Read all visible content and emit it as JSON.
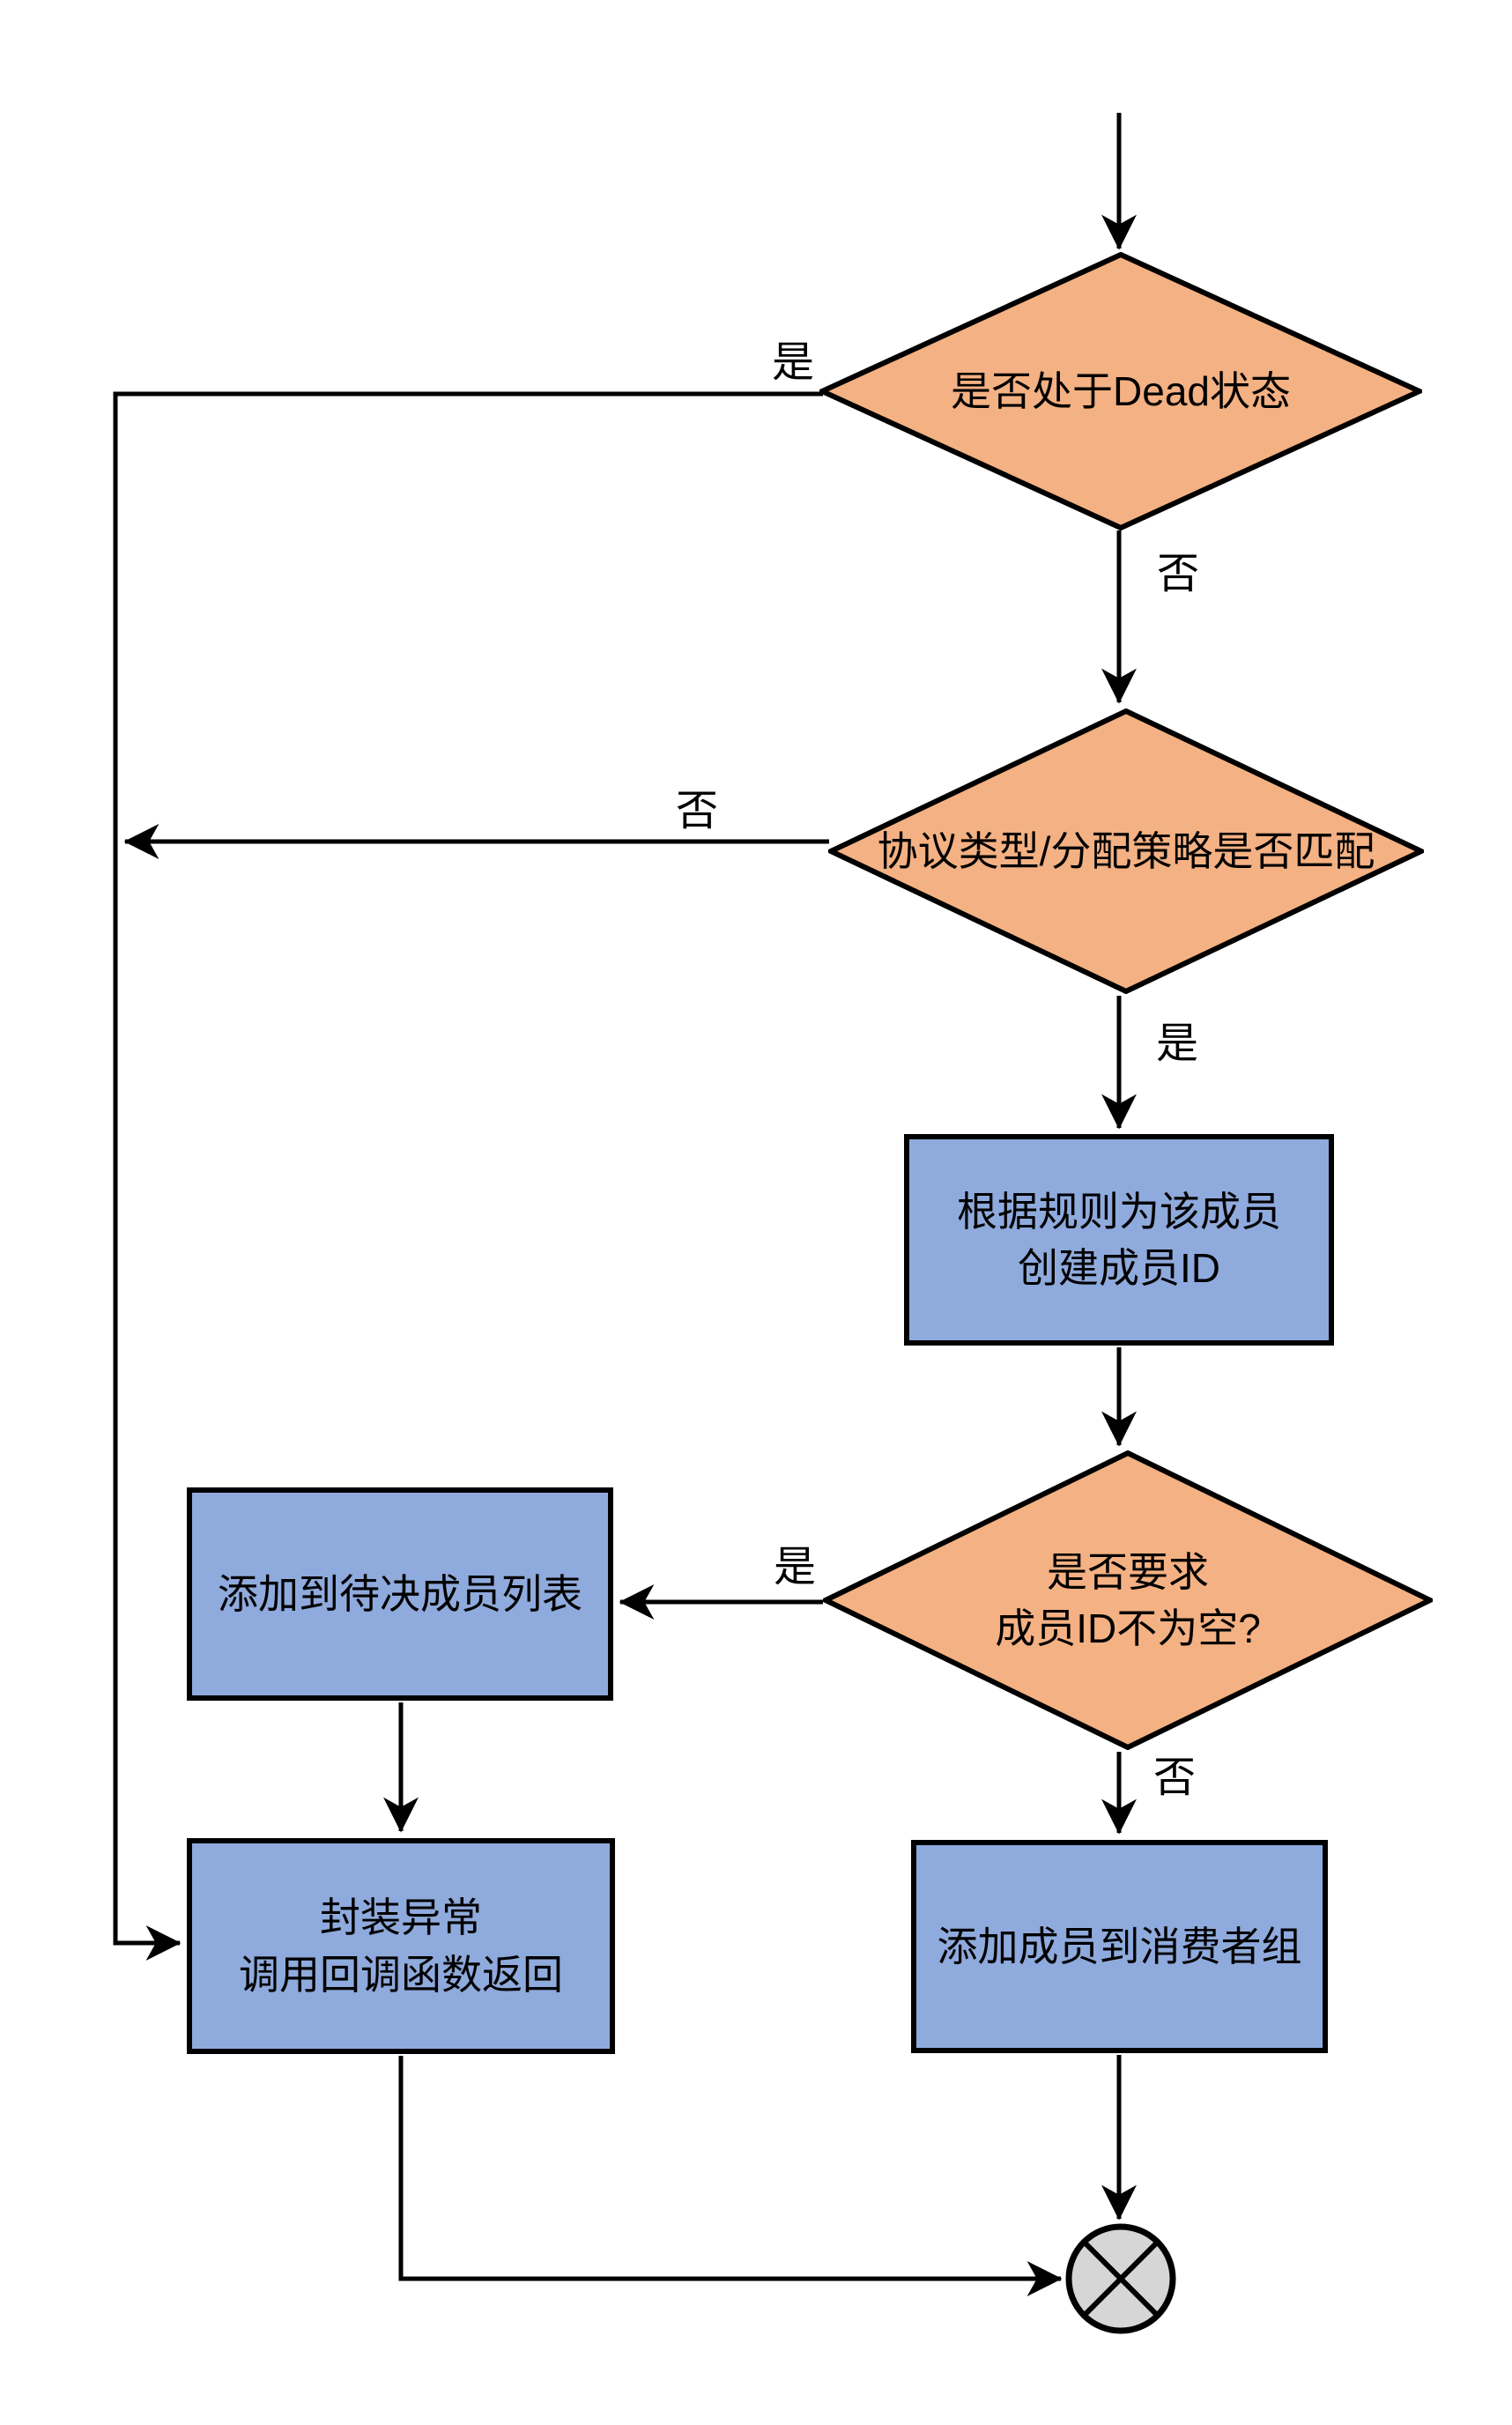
{
  "diagram": {
    "type": "flowchart",
    "description": "Consumer-group join flow with decision diamonds and process steps ending in a circled-X terminator"
  },
  "colors": {
    "decision_fill": "#F4B183",
    "process_fill": "#8FAADC",
    "end_fill": "#D6D6D6",
    "line": "#000000"
  },
  "nodes": {
    "decision_dead_state": {
      "label": "是否处于Dead状态",
      "type": "decision"
    },
    "decision_protocol_match": {
      "label": "协议类型/分配策略是否匹配",
      "type": "decision"
    },
    "process_create_member_id": {
      "label": "根据规则为该成员\n创建成员ID",
      "type": "process"
    },
    "decision_member_id_required": {
      "label": "是否要求\n成员ID不为空?",
      "type": "decision"
    },
    "process_add_pending_list": {
      "label": "添加到待决成员列表",
      "type": "process"
    },
    "process_wrap_exception": {
      "label": "封装异常\n调用回调函数返回",
      "type": "process"
    },
    "process_add_member_group": {
      "label": "添加成员到消费者组",
      "type": "process"
    },
    "end_node": {
      "label": "",
      "type": "terminator-circled-x"
    }
  },
  "edge_labels": {
    "d1_yes": "是",
    "d1_no": "否",
    "d2_no": "否",
    "d2_yes": "是",
    "d3_yes": "是",
    "d3_no": "否"
  },
  "edges": [
    {
      "from": "start",
      "to": "decision_dead_state",
      "label": ""
    },
    {
      "from": "decision_dead_state",
      "to": "process_wrap_exception",
      "label": "是"
    },
    {
      "from": "decision_dead_state",
      "to": "decision_protocol_match",
      "label": "否"
    },
    {
      "from": "decision_protocol_match",
      "to": "left-rail (process_wrap_exception)",
      "label": "否"
    },
    {
      "from": "decision_protocol_match",
      "to": "process_create_member_id",
      "label": "是"
    },
    {
      "from": "process_create_member_id",
      "to": "decision_member_id_required",
      "label": ""
    },
    {
      "from": "decision_member_id_required",
      "to": "process_add_pending_list",
      "label": "是"
    },
    {
      "from": "decision_member_id_required",
      "to": "process_add_member_group",
      "label": "否"
    },
    {
      "from": "process_add_pending_list",
      "to": "process_wrap_exception",
      "label": ""
    },
    {
      "from": "process_wrap_exception",
      "to": "end_node",
      "label": ""
    },
    {
      "from": "process_add_member_group",
      "to": "end_node",
      "label": ""
    }
  ]
}
